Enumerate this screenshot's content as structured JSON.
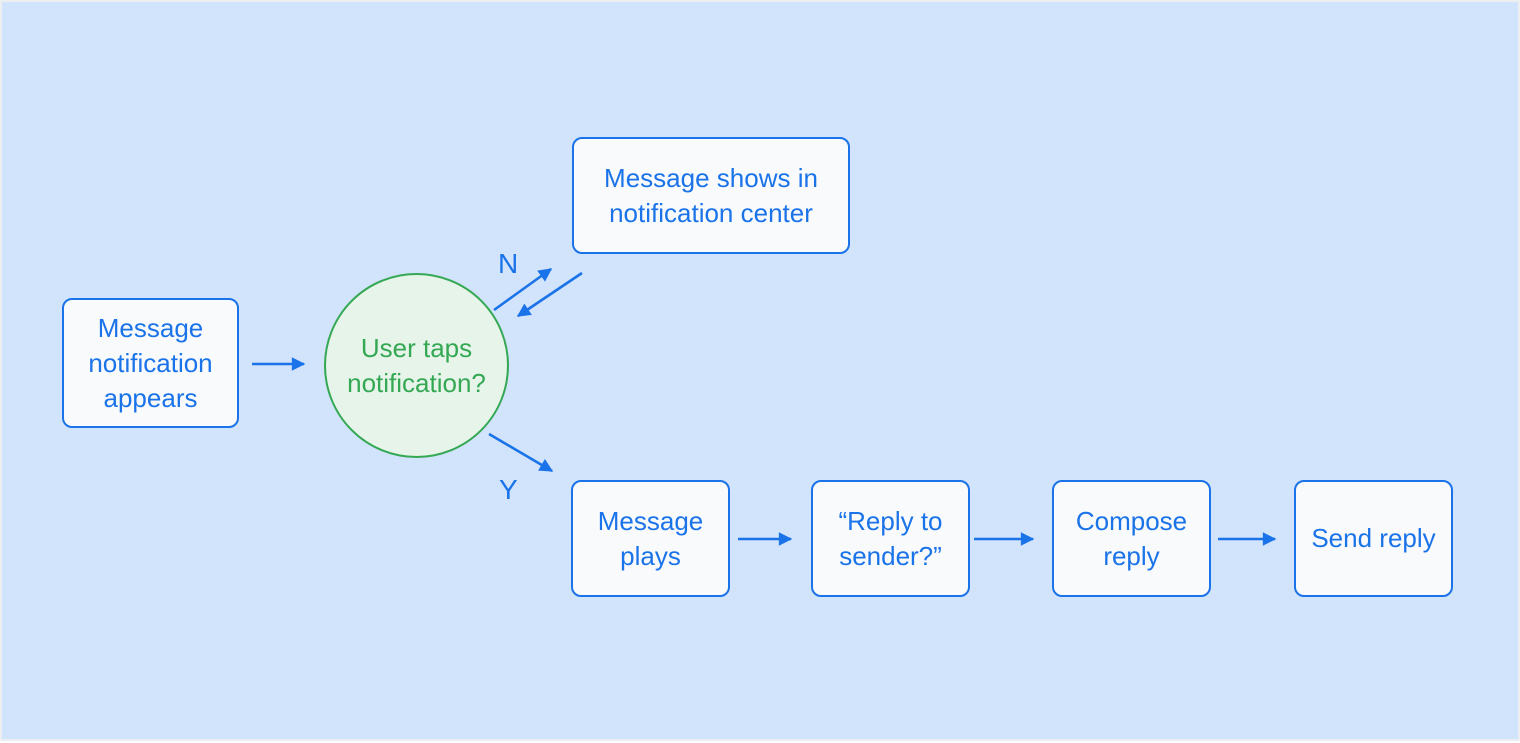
{
  "diagram": {
    "background_color": "#d2e3fc",
    "node_colors": {
      "process_fill": "#f8fafc",
      "process_border": "#1a73e8",
      "process_text": "#1a73e8",
      "decision_fill": "#e6f4ea",
      "decision_border": "#34a853",
      "decision_text": "#34a853"
    },
    "arrow_color": "#1a73e8",
    "nodes": {
      "start": {
        "label": "Message notification appears",
        "type": "process"
      },
      "decision": {
        "label": "User taps notification?",
        "type": "decision"
      },
      "notification_center": {
        "label": "Message shows in notification center",
        "type": "process"
      },
      "message_plays": {
        "label": "Message plays",
        "type": "process"
      },
      "reply_to_sender": {
        "label": "“Reply to sender?”",
        "type": "process"
      },
      "compose_reply": {
        "label": "Compose reply",
        "type": "process"
      },
      "send_reply": {
        "label": "Send reply",
        "type": "process"
      }
    },
    "edge_labels": {
      "no": "N",
      "yes": "Y"
    },
    "edges": [
      {
        "from": "start",
        "to": "decision",
        "label": ""
      },
      {
        "from": "decision",
        "to": "notification_center",
        "label": "N"
      },
      {
        "from": "notification_center",
        "to": "decision",
        "label": ""
      },
      {
        "from": "decision",
        "to": "message_plays",
        "label": "Y"
      },
      {
        "from": "message_plays",
        "to": "reply_to_sender",
        "label": ""
      },
      {
        "from": "reply_to_sender",
        "to": "compose_reply",
        "label": ""
      },
      {
        "from": "compose_reply",
        "to": "send_reply",
        "label": ""
      }
    ]
  }
}
